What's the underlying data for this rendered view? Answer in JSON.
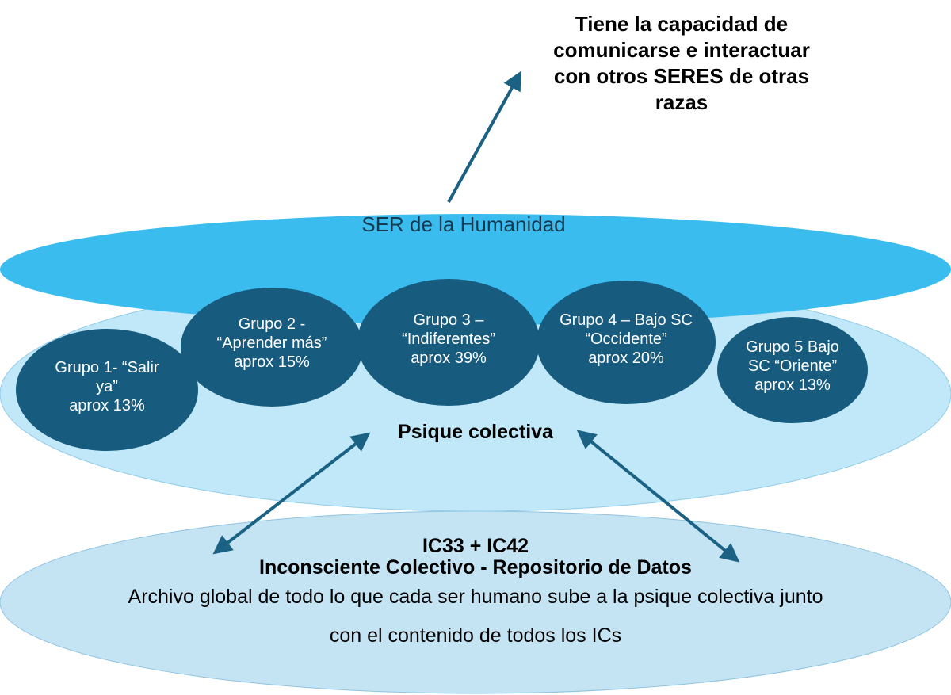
{
  "top_note": {
    "lines": [
      "Tiene la capacidad de",
      "comunicarse e interactuar",
      "con otros SERES de otras",
      "razas"
    ]
  },
  "ser": {
    "label": "SER de la Humanidad"
  },
  "psique": {
    "label": "Psique colectiva"
  },
  "groups": [
    {
      "lines": [
        "Grupo 1- “Salir",
        "ya”",
        "aprox 13%"
      ],
      "percent": 13
    },
    {
      "lines": [
        "Grupo 2 -",
        "“Aprender más”",
        "aprox 15%"
      ],
      "percent": 15
    },
    {
      "lines": [
        "Grupo 3 –",
        "“Indiferentes”",
        "aprox 39%"
      ],
      "percent": 39
    },
    {
      "lines": [
        "Grupo 4 – Bajo SC",
        "“Occidente”",
        "aprox 20%"
      ],
      "percent": 20
    },
    {
      "lines": [
        "Grupo 5 Bajo",
        "SC “Oriente”",
        "aprox 13%"
      ],
      "percent": 13
    }
  ],
  "inconsciente": {
    "title": "IC33 + IC42",
    "subtitle": "Inconsciente Colectivo - Repositorio de Datos",
    "line1": "Archivo global de todo lo que cada ser humano sube a la psique colectiva junto",
    "line2": "con el contenido de todos los ICs"
  },
  "colors": {
    "ser": "#3bbcef",
    "psique": "#c0e8f8",
    "ic": "#c4e3f3",
    "group": "#175b7f",
    "arrow": "#1b6184"
  }
}
